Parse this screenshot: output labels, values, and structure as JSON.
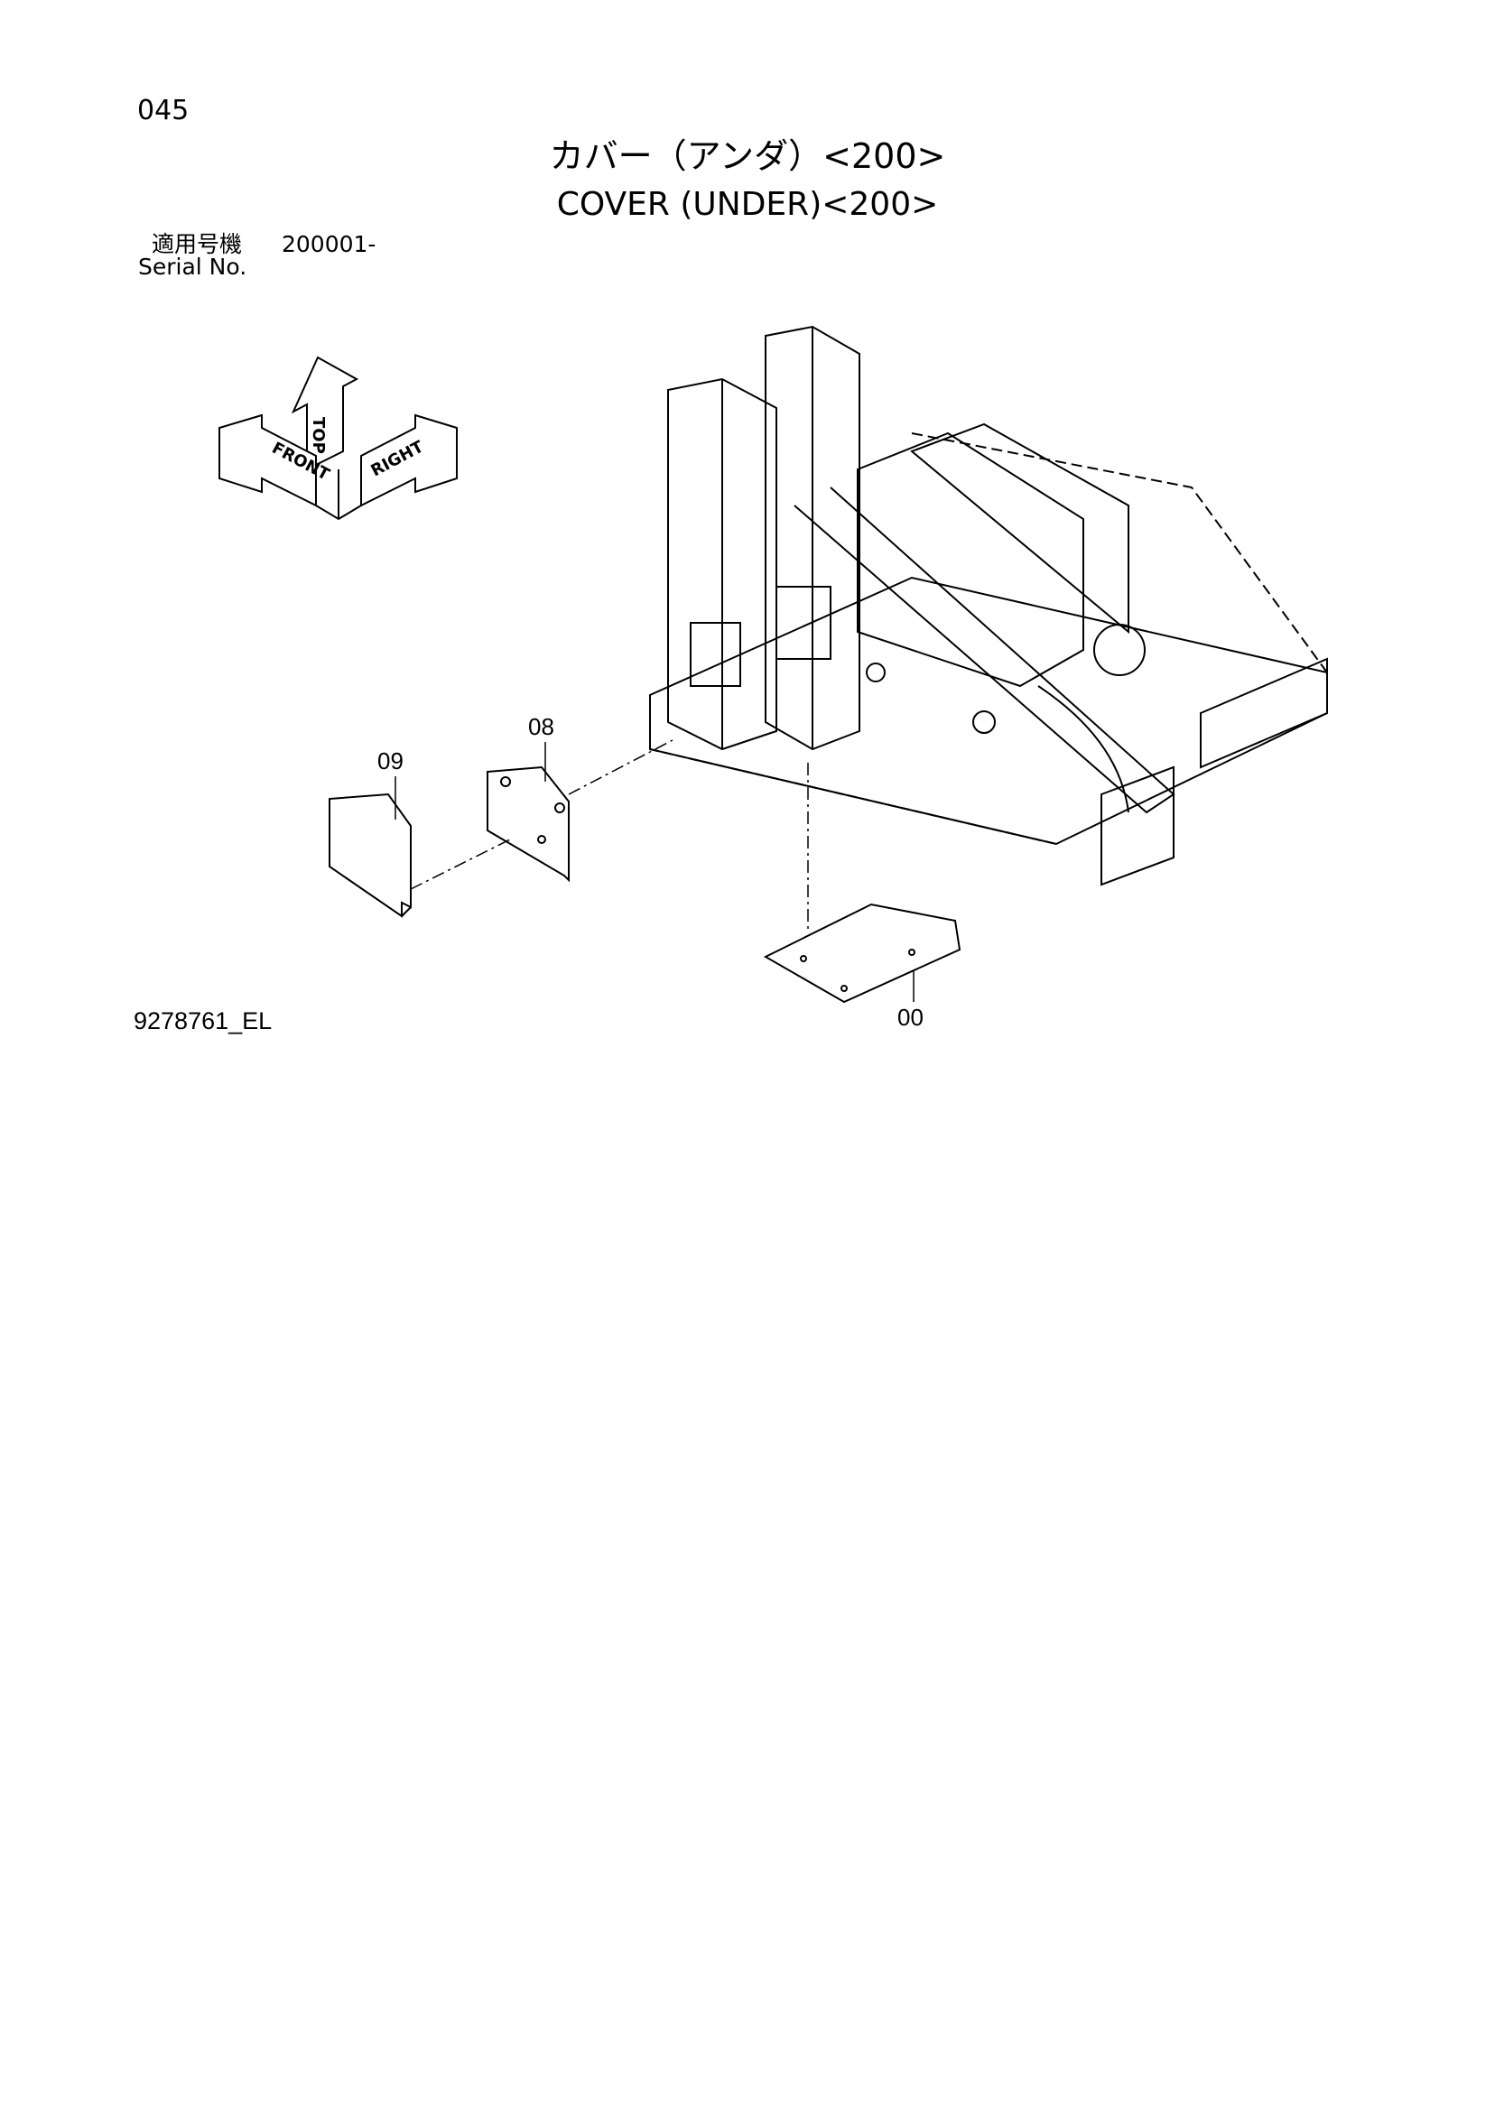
{
  "header": {
    "page_number": "045",
    "title_jp": "カバー（アンダ）<200>",
    "title_en": "COVER (UNDER)<200>"
  },
  "serial": {
    "label_jp": "適用号機",
    "range": "200001-",
    "label_en": "Serial No."
  },
  "direction_indicator": {
    "top": "TOP",
    "front": "FRONT",
    "right": "RIGHT"
  },
  "callouts": {
    "part_09": "09",
    "part_08": "08",
    "part_00": "00"
  },
  "footer": {
    "drawing_number": "9278761_EL"
  }
}
